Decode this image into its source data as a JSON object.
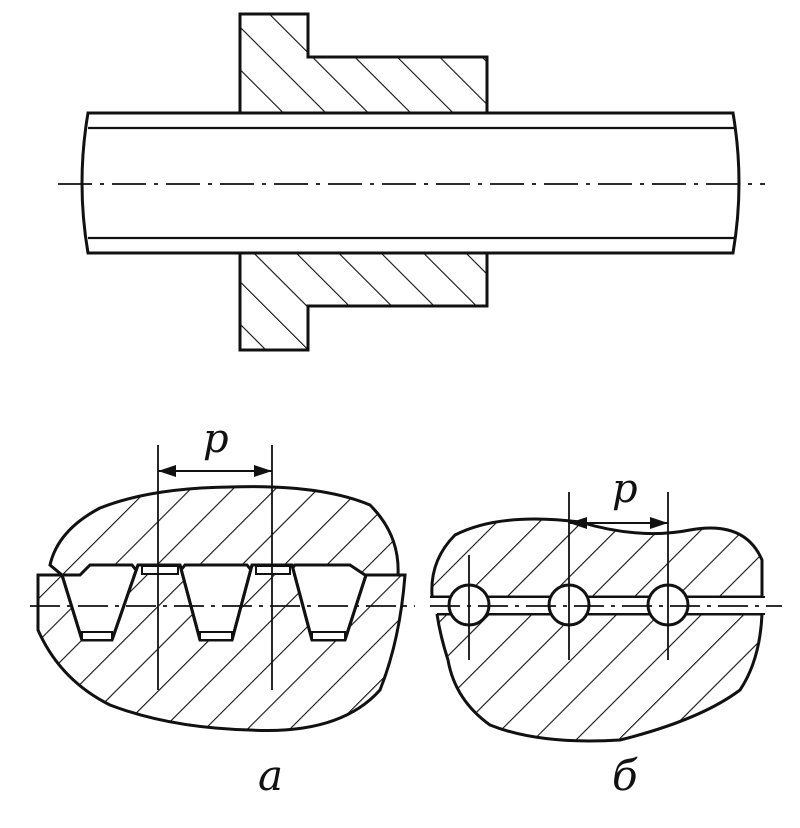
{
  "labels": {
    "pitch_a": "p",
    "pitch_b": "p",
    "caption_a": "а",
    "caption_b": "б"
  },
  "colors": {
    "ink": "#111111",
    "paper": "#ffffff"
  }
}
